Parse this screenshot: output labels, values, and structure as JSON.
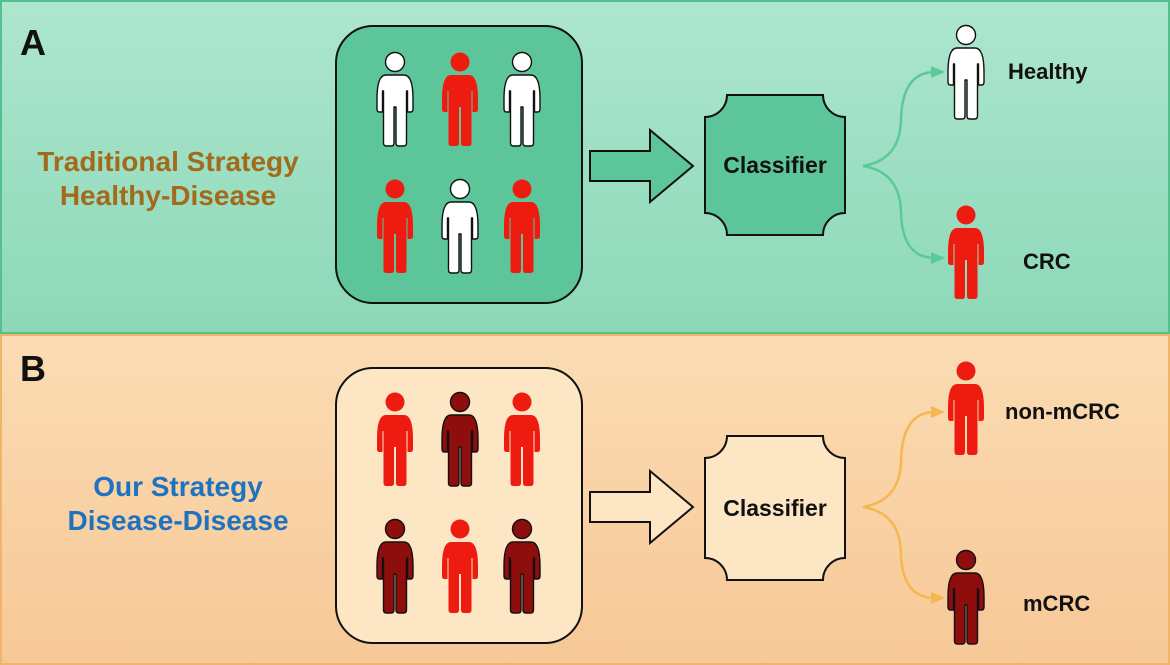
{
  "panel_a": {
    "letter": "A",
    "strategy_line1": "Traditional Strategy",
    "strategy_line2": "Healthy-Disease",
    "strategy_color": "#a36a1b",
    "box_color": "#5cc69a",
    "classifier_label": "Classifier",
    "outcome_top": "Healthy",
    "outcome_bottom": "CRC",
    "arrow_color": "#5cc99a"
  },
  "panel_b": {
    "letter": "B",
    "strategy_line1": "Our Strategy",
    "strategy_line2": "Disease-Disease",
    "strategy_color": "#1f72c0",
    "box_color": "#fde6c4",
    "classifier_label": "Classifier",
    "outcome_top": "non-mCRC",
    "outcome_bottom": "mCRC",
    "arrow_color": "#f5b74f"
  },
  "colors": {
    "healthy": "#ffffff",
    "disease": "#ee1b10",
    "metastatic": "#8e0e0e"
  }
}
